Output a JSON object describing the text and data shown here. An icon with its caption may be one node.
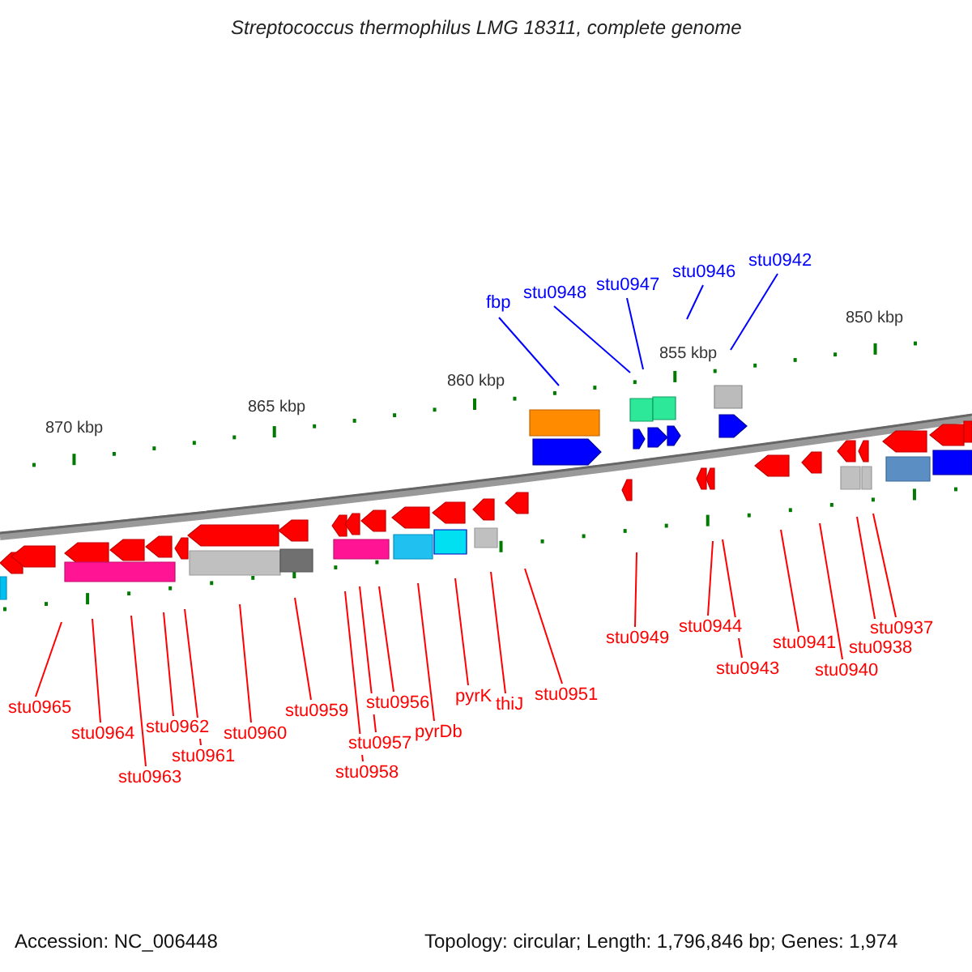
{
  "diagram": {
    "title": "Streptococcus thermophilus LMG 18311, complete genome",
    "nodes": [
      {
        "text": [
          "fbp"
        ]
      },
      {
        "text": [
          "stu0948"
        ]
      },
      {
        "text": [
          "stu0947"
        ]
      },
      {
        "text": [
          "stu0946"
        ]
      },
      {
        "text": [
          "stu0942"
        ]
      },
      {
        "text": [
          "stu0965"
        ]
      },
      {
        "text": [
          "stu0964"
        ]
      },
      {
        "text": [
          "stu0963"
        ]
      },
      {
        "text": [
          "stu0962"
        ]
      },
      {
        "text": [
          "stu0961"
        ]
      },
      {
        "text": [
          "stu0960"
        ]
      },
      {
        "text": [
          "stu0959"
        ]
      },
      {
        "text": [
          "stu0958"
        ]
      },
      {
        "text": [
          "stu0957"
        ]
      },
      {
        "text": [
          "stu0956"
        ]
      },
      {
        "text": [
          "pyrDb"
        ]
      },
      {
        "text": [
          "pyrK"
        ]
      },
      {
        "text": [
          "thiJ"
        ]
      },
      {
        "text": [
          "stu0951"
        ]
      },
      {
        "text": [
          "stu0949"
        ]
      },
      {
        "text": [
          "stu0944"
        ]
      },
      {
        "text": [
          "stu0943"
        ]
      },
      {
        "text": [
          "stu0941"
        ]
      },
      {
        "text": [
          "stu0940"
        ]
      },
      {
        "text": [
          "stu0938"
        ]
      },
      {
        "text": [
          "stu0937"
        ]
      }
    ],
    "edges": [
      {
        "from": 0,
        "to": null,
        "arrow": "none",
        "color": "#0000ff"
      },
      {
        "from": 1,
        "to": null,
        "arrow": "none",
        "color": "#0000ff"
      },
      {
        "from": 2,
        "to": null,
        "arrow": "none",
        "color": "#0000ff"
      },
      {
        "from": 3,
        "to": null,
        "arrow": "none",
        "color": "#0000ff"
      },
      {
        "from": 4,
        "to": null,
        "arrow": "none",
        "color": "#0000ff"
      },
      {
        "from": 5,
        "to": null,
        "arrow": "none"
      },
      {
        "from": 6,
        "to": null,
        "arrow": "none"
      },
      {
        "from": 7,
        "to": null,
        "arrow": "none"
      },
      {
        "from": 8,
        "to": null,
        "arrow": "none"
      },
      {
        "from": 9,
        "to": null,
        "arrow": "none"
      },
      {
        "from": 10,
        "to": null,
        "arrow": "none"
      },
      {
        "from": 11,
        "to": null,
        "arrow": "none"
      },
      {
        "from": 12,
        "to": null,
        "arrow": "none"
      },
      {
        "from": 13,
        "to": null,
        "arrow": "none"
      },
      {
        "from": 14,
        "to": null,
        "arrow": "none"
      },
      {
        "from": 15,
        "to": null,
        "arrow": "none"
      },
      {
        "from": 16,
        "to": null,
        "arrow": "none"
      },
      {
        "from": 17,
        "to": null,
        "arrow": "none"
      },
      {
        "from": 18,
        "to": null,
        "arrow": "none"
      },
      {
        "from": 19,
        "to": null,
        "arrow": "none"
      },
      {
        "from": 20,
        "to": null,
        "arrow": "none"
      },
      {
        "from": 21,
        "to": null,
        "arrow": "none"
      },
      {
        "from": 22,
        "to": null,
        "arrow": "none"
      },
      {
        "from": 23,
        "to": null,
        "arrow": "none"
      },
      {
        "from": 24,
        "to": null,
        "arrow": "none"
      },
      {
        "from": 25,
        "to": null,
        "arrow": "none"
      }
    ],
    "labels": [
      "850 kbp",
      "855 kbp",
      "860 kbp",
      "865 kbp",
      "870 kbp",
      "Accession: NC_006448",
      "Topology: circular; Length: 1,796,846 bp; Genes: 1,974"
    ]
  }
}
